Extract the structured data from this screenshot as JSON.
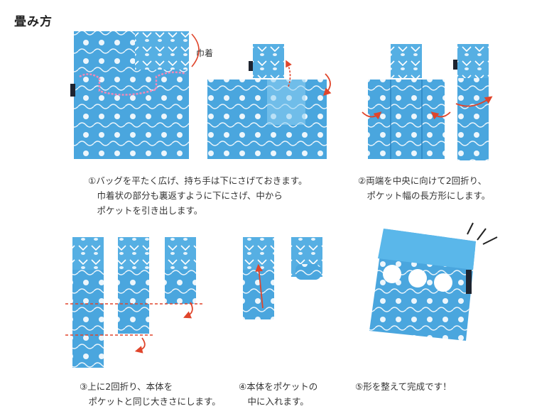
{
  "title": "畳み方",
  "label_handle": "巾着",
  "captions": {
    "step1": "①バッグを平たく広げ、持ち手は下にさげておきます。\n　巾着状の部分も裏返すように下にさげ、中から\n　ポケットを引き出します。",
    "step2": "②両端を中央に向けて2回折り、\n　ポケット幅の長方形にします。",
    "step3": "③上に2回折り、本体を\n　ポケットと同じ大きさにします。",
    "step4": "④本体をポケットの\n　中に入れます。",
    "step5": "⑤形を整えて完成です！"
  },
  "colors": {
    "fabric": "#4aa6de",
    "fabric_light": "#8fd0f2",
    "pattern": "#ffffff",
    "accent_arrow": "#e0452b",
    "guide_line": "#e0452b",
    "pink": "#f08ab8",
    "tag": "#1e2430"
  }
}
